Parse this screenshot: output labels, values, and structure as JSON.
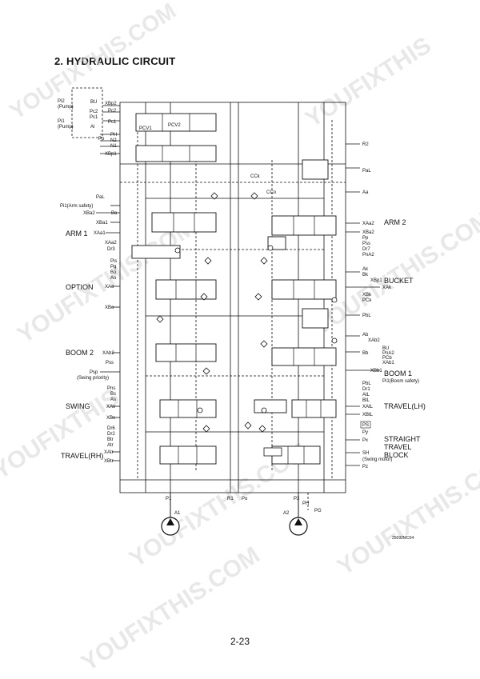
{
  "title": "2. HYDRAULIC CIRCUIT",
  "page_number": "2-23",
  "figure_code": "25092MC04",
  "watermarks": [
    "YOUFIXTHIS.COM",
    "YOUFIXTHIS"
  ],
  "left_labels": {
    "pi2_pump": "Pi2\n(Pump)",
    "pi1_pump": "Pi1\n(Pump)",
    "bu": "BU",
    "pc2": "Pc2",
    "pc1": "Pc1",
    "al": "Al",
    "xbp2": "XBp2",
    "pc2b": "Pc2",
    "pc1b": "Pc1",
    "pcv1": "PCV1",
    "pcv2": "PCV2",
    "ph": "PH",
    "n2": "N2",
    "pp": "Pp",
    "n1": "N1",
    "xbp1": "XBp1",
    "pal": "PaL",
    "pi1_arm": "Pi1(Arm safety)",
    "xba2": "XBa2",
    "ba": "Ba",
    "xba1": "XBa1",
    "xaa1": "XAa1",
    "xaa2": "XAa2",
    "dr3": "Dr3",
    "pis": "Pis",
    "pg": "Pg",
    "bo": "Bo",
    "ao": "Ao",
    "xao": "XAo",
    "xbo": "XBo",
    "xab2": "XAb2",
    "pss": "Pss",
    "psp": "Psp",
    "swing_priority": "(Swing priority)",
    "pns": "Pns",
    "bs": "Bs",
    "as": "As",
    "xas": "XAs",
    "xbs": "XBs",
    "dr6": "Dr6",
    "dr2": "Dr2",
    "btr": "Btr",
    "atr": "Atr",
    "xatr": "XAtr",
    "xbtr": "XBtr",
    "cck": "CCk",
    "cco": "CCo"
  },
  "sections_left": {
    "arm1": "ARM 1",
    "option": "OPTION",
    "boom2": "BOOM 2",
    "swing": "SWING",
    "travel_rh": "TRAVEL(RH)"
  },
  "right_labels": {
    "r2": "R2",
    "pal": "PaL",
    "aa": "Aa",
    "xaa2": "XAa2",
    "xba2": "XBa2",
    "pp": "Pp",
    "pss": "Pss",
    "dr7": "Dr7",
    "pna2": "PnA2",
    "ak": "Ak",
    "bk": "Bk",
    "xbp1": "XBp1",
    "xak": "XAk",
    "xbk": "XBk",
    "pck": "PCk",
    "pbl": "PbL",
    "ab": "Ab",
    "xab2": "XAb2",
    "bu": "BU",
    "pna2b": "PnA2",
    "pcb": "PCb",
    "xab1": "XAb1",
    "bb": "Bb",
    "xbb1": "XBb1",
    "pi1_boom": "Pi1(Boom safety)",
    "pbl2": "PbL",
    "dr1": "Dr1",
    "atl": "AtL",
    "btl": "BtL",
    "xatl": "XAtL",
    "xbtl": "XBtL",
    "ps": "PS",
    "py": "Py",
    "px": "Px",
    "sh": "SH",
    "swing_motor": "(Swing motor)",
    "pz": "Pz"
  },
  "sections_right": {
    "arm2": "ARM 2",
    "bucket": "BUCKET",
    "boom1": "BOOM 1",
    "travel_lh": "TRAVEL(LH)",
    "stb1": "STRAIGHT",
    "stb2": "TRAVEL",
    "stb3": "BLOCK"
  },
  "bottom_labels": {
    "p1": "P1",
    "r1": "R1",
    "po": "Po",
    "p2": "P2",
    "ph": "PH",
    "pg": "PG",
    "a1": "A1",
    "a2": "A2"
  }
}
